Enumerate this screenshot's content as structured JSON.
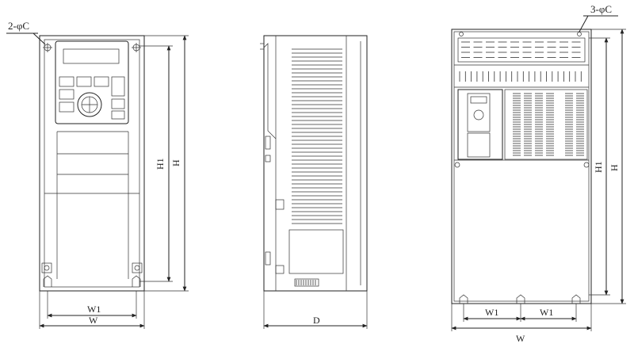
{
  "views": {
    "front_small": {
      "hole_callout": "2-φC",
      "dim_h1": "H1",
      "dim_h": "H",
      "dim_w1": "W1",
      "dim_w": "W"
    },
    "side": {
      "dim_d": "D"
    },
    "front_large": {
      "hole_callout": "3-φC",
      "dim_h1": "H1",
      "dim_h": "H",
      "dim_w1_left": "W1",
      "dim_w1_right": "W1",
      "dim_w": "W"
    }
  }
}
